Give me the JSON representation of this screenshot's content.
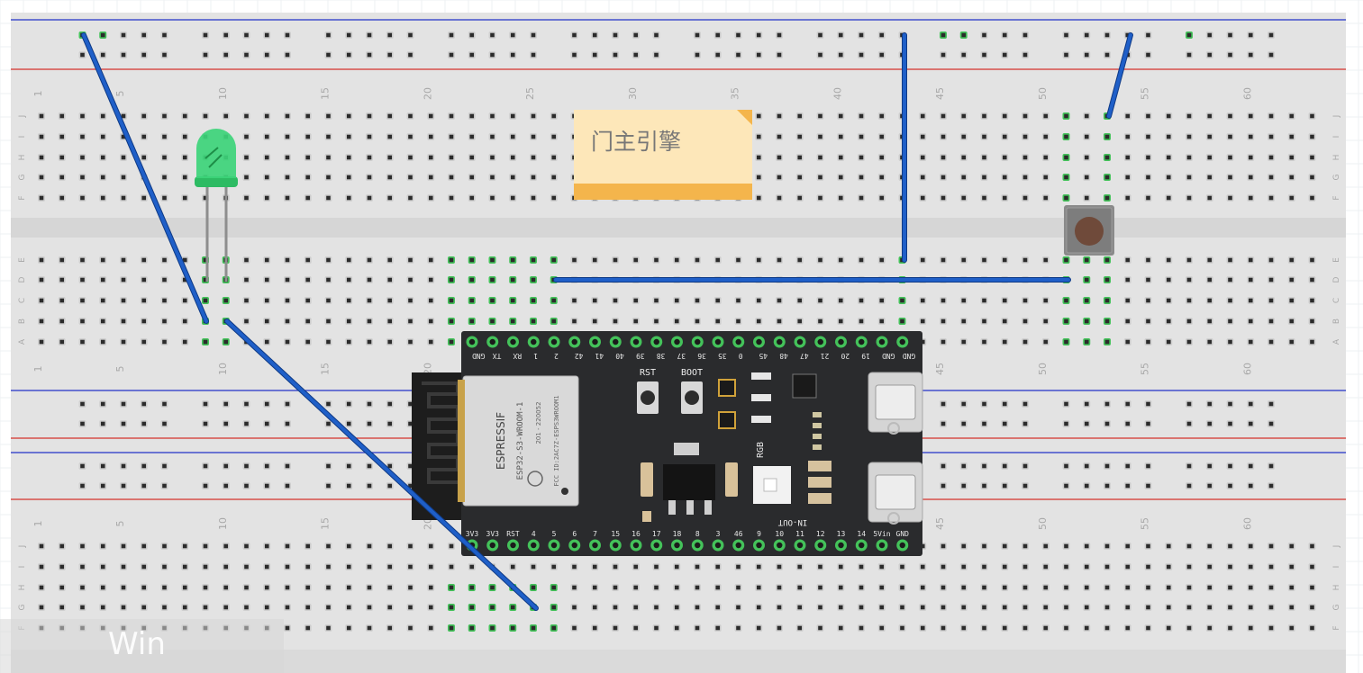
{
  "breadboard": {
    "columns": [
      "1",
      "5",
      "10",
      "15",
      "20",
      "25",
      "30",
      "35",
      "40",
      "45",
      "50",
      "55",
      "60"
    ],
    "row_letters_top": [
      "J",
      "I",
      "H",
      "G",
      "F"
    ],
    "row_letters_bottom": [
      "E",
      "D",
      "C",
      "B",
      "A"
    ],
    "row_letters_lower": [
      "J",
      "I",
      "H",
      "G",
      "F"
    ]
  },
  "note": {
    "text": "门主引擎",
    "color": "#fde7b9"
  },
  "esp32": {
    "module_brand": "ESPRESSIF",
    "module_name": "ESP32-S3-WROOM-1",
    "module_cert": "201 - 220052",
    "module_fcc": "FCC ID:2AC7Z-ESPS3WROOM1",
    "top_pins": [
      "GND",
      "TX",
      "RX",
      "1",
      "2",
      "42",
      "41",
      "40",
      "39",
      "38",
      "37",
      "36",
      "35",
      "0",
      "45",
      "48",
      "47",
      "21",
      "20",
      "19",
      "GND",
      "GND"
    ],
    "bottom_pins": [
      "3V3",
      "3V3",
      "RST",
      "4",
      "5",
      "6",
      "7",
      "15",
      "16",
      "17",
      "18",
      "8",
      "3",
      "46",
      "9",
      "10",
      "11",
      "12",
      "13",
      "14",
      "5Vin",
      "GND"
    ],
    "rst_label": "RST",
    "boot_label": "BOOT",
    "rgb_label": "RGB",
    "in_out_label": "IN-OUT"
  },
  "led": {
    "color": "#3dd47a"
  },
  "wire_color": "#1f5fc8",
  "watermark": "Win"
}
